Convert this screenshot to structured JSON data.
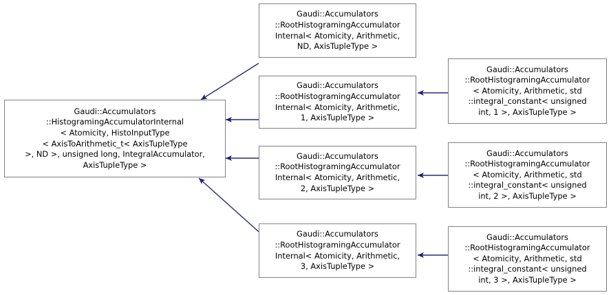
{
  "diagram": {
    "type": "class-inheritance",
    "title": "Gaudi::Accumulators RootHistogramingAccumulatorInternal inheritance diagram",
    "colors": {
      "background": "#ffffff",
      "node_fill": "#ffffff",
      "node_border": "#808080",
      "text": "#000000",
      "edge": "#29297a",
      "arrowhead": "#1f1f6e"
    },
    "nodes": [
      {
        "id": "base",
        "name": "histograming-accumulator-internal",
        "label": "Gaudi::Accumulators\n::HistogramingAccumulatorInternal\n< Atomicity, HistoInputType\n< AxisToArithmetic_t< AxisTupleType\n >, ND >, unsigned long, IntegralAccumulator,\nAxisTupleType >"
      },
      {
        "id": "mid_nd",
        "name": "root-histograming-accumulator-internal-nd",
        "label": "Gaudi::Accumulators\n::RootHistogramingAccumulator\nInternal< Atomicity, Arithmetic,\nND, AxisTupleType >"
      },
      {
        "id": "mid_1",
        "name": "root-histograming-accumulator-internal-1",
        "label": "Gaudi::Accumulators\n::RootHistogramingAccumulator\nInternal< Atomicity, Arithmetic,\n1, AxisTupleType >"
      },
      {
        "id": "mid_2",
        "name": "root-histograming-accumulator-internal-2",
        "label": "Gaudi::Accumulators\n::RootHistogramingAccumulator\nInternal< Atomicity, Arithmetic,\n2, AxisTupleType >"
      },
      {
        "id": "mid_3",
        "name": "root-histograming-accumulator-internal-3",
        "label": "Gaudi::Accumulators\n::RootHistogramingAccumulator\nInternal< Atomicity, Arithmetic,\n3, AxisTupleType >"
      },
      {
        "id": "right_1",
        "name": "root-histograming-accumulator-integral-constant-1",
        "label": "Gaudi::Accumulators\n::RootHistogramingAccumulator\n< Atomicity, Arithmetic, std\n::integral_constant< unsigned\nint, 1 >, AxisTupleType >"
      },
      {
        "id": "right_2",
        "name": "root-histograming-accumulator-integral-constant-2",
        "label": "Gaudi::Accumulators\n::RootHistogramingAccumulator\n< Atomicity, Arithmetic, std\n::integral_constant< unsigned\nint, 2 >, AxisTupleType >"
      },
      {
        "id": "right_3",
        "name": "root-histograming-accumulator-integral-constant-3",
        "label": "Gaudi::Accumulators\n::RootHistogramingAccumulator\n< Atomicity, Arithmetic, std\n::integral_constant< unsigned\nint, 3 >, AxisTupleType >"
      }
    ],
    "edges": [
      {
        "from": "mid_nd",
        "to": "base",
        "kind": "inheritance"
      },
      {
        "from": "mid_1",
        "to": "base",
        "kind": "inheritance"
      },
      {
        "from": "mid_2",
        "to": "base",
        "kind": "inheritance"
      },
      {
        "from": "mid_3",
        "to": "base",
        "kind": "inheritance"
      },
      {
        "from": "right_1",
        "to": "mid_1",
        "kind": "inheritance"
      },
      {
        "from": "right_2",
        "to": "mid_2",
        "kind": "inheritance"
      },
      {
        "from": "right_3",
        "to": "mid_3",
        "kind": "inheritance"
      }
    ]
  }
}
